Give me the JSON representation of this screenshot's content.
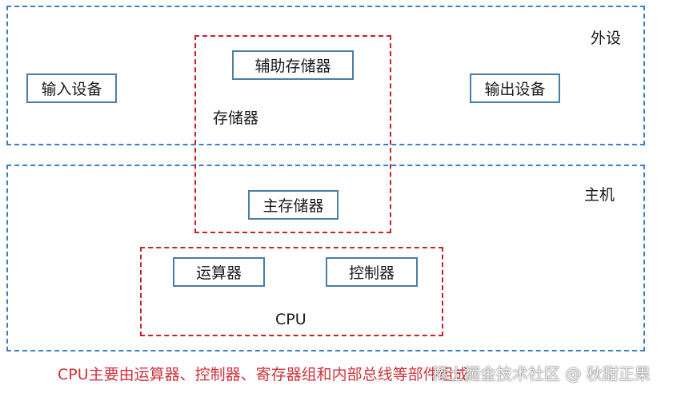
{
  "regions": {
    "peripheral_label": "外设",
    "host_label": "主机",
    "storage_label": "存储器",
    "cpu_label": "CPU"
  },
  "nodes": {
    "input_device": "输入设备",
    "output_device": "输出设备",
    "auxiliary_storage": "辅助存储器",
    "main_storage": "主存储器",
    "alu": "运算器",
    "controller": "控制器"
  },
  "caption": "CPU主要由运算器、控制器、寄存器组和内部总线等部件组成",
  "watermark": "稀土掘金技术社区 @ 秋甜正果",
  "colors": {
    "blue_dash": "#3b7fc4",
    "red_dash": "#c4222c",
    "node_border": "#4a7ea8",
    "caption_red": "#d0313b"
  }
}
